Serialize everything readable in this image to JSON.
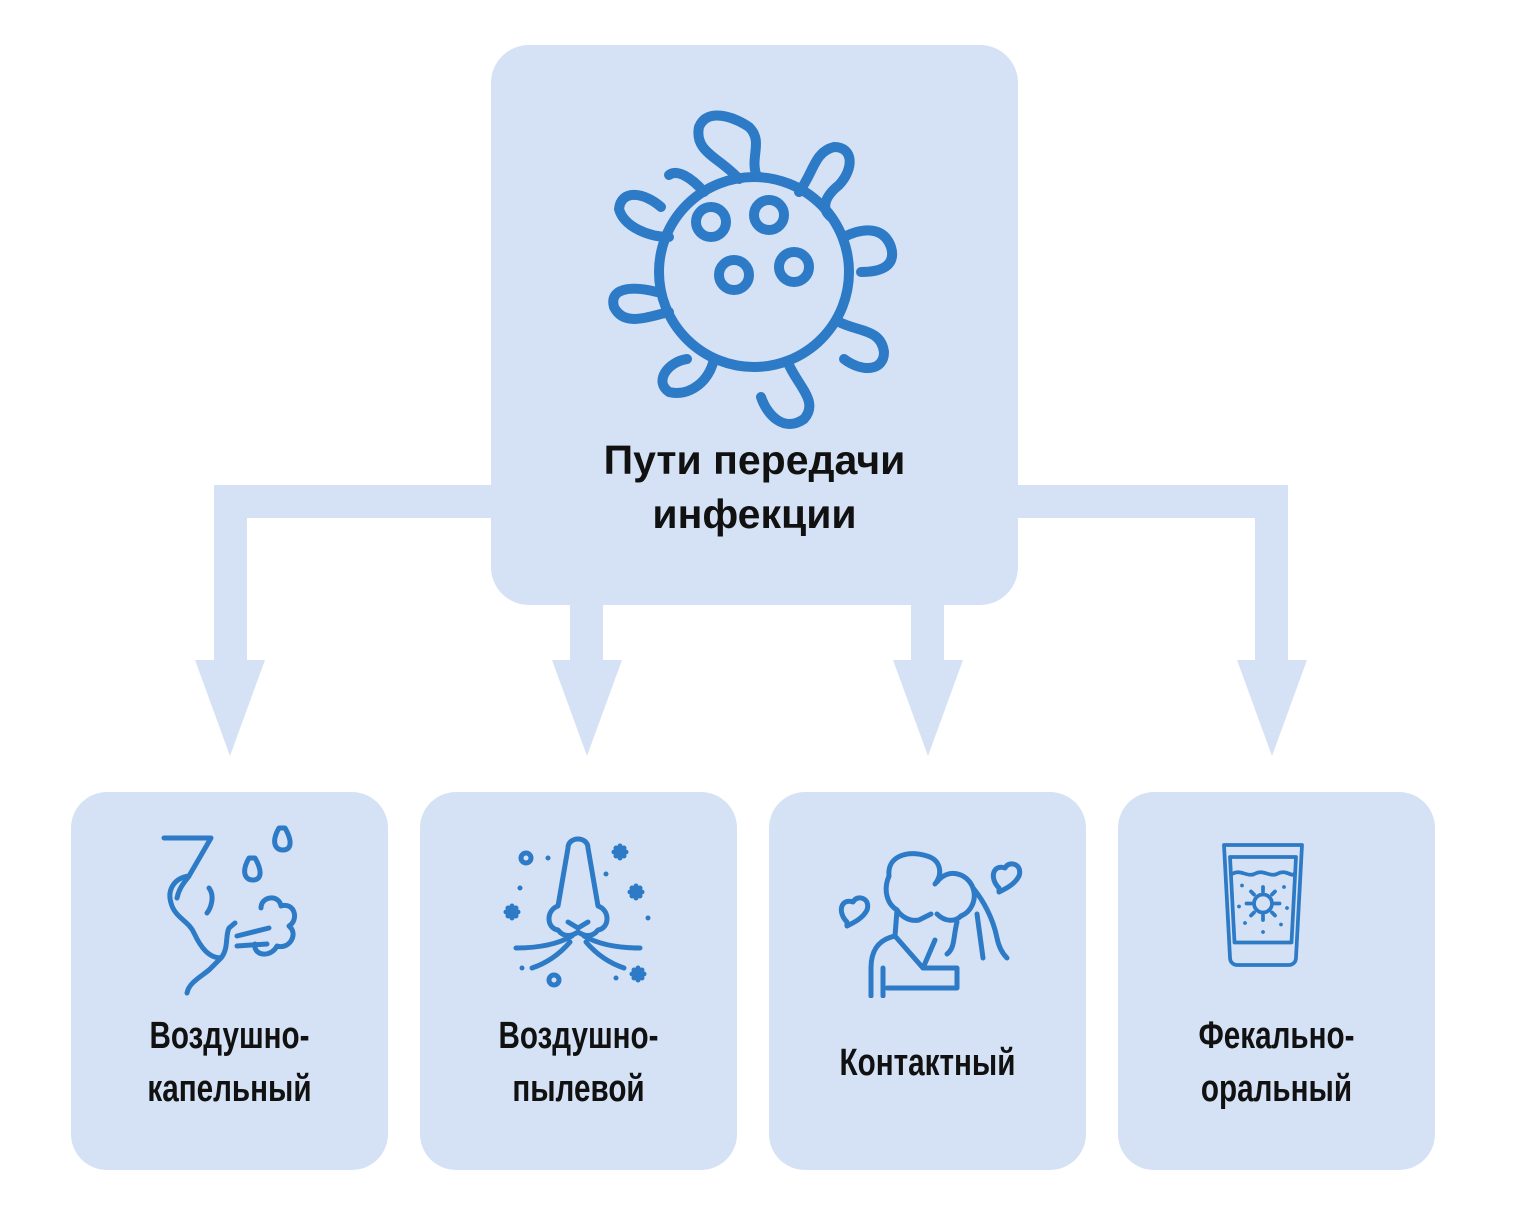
{
  "colors": {
    "box_fill": "#d5e2f5",
    "connector": "#d5e2f5",
    "icon_stroke": "#2d7ac7",
    "text": "#111111"
  },
  "root": {
    "icon": "virus-icon",
    "title_line1": "Пути передачи",
    "title_line2": "инфекции"
  },
  "routes": [
    {
      "icon": "cough-icon",
      "line1": "Воздушно-",
      "line2": "капельный"
    },
    {
      "icon": "nose-dust-icon",
      "line1": "Воздушно-",
      "line2": "пылевой"
    },
    {
      "icon": "kiss-couple-icon",
      "line1": "Контактный"
    },
    {
      "icon": "water-glass-icon",
      "line1": "Фекально-",
      "line2": "оральный"
    }
  ]
}
